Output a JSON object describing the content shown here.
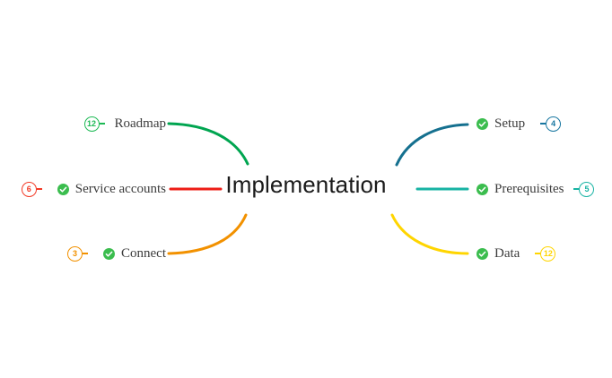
{
  "diagram": {
    "type": "mind-map",
    "center": {
      "label": "Implementation"
    },
    "branches": [
      {
        "id": "roadmap",
        "side": "left",
        "label": "Roadmap",
        "badge": "12",
        "color": "#1db954",
        "has_check": false,
        "check_color": "#3bbd4e",
        "connector": "curve-up"
      },
      {
        "id": "service-accounts",
        "side": "left",
        "label": "Service accounts",
        "badge": "6",
        "color": "#f23a26",
        "has_check": true,
        "check_color": "#3bbd4e",
        "connector": "straight"
      },
      {
        "id": "connect",
        "side": "left",
        "label": "Connect",
        "badge": "3",
        "color": "#f29100",
        "has_check": true,
        "check_color": "#3bbd4e",
        "connector": "curve-down"
      },
      {
        "id": "setup",
        "side": "right",
        "label": "Setup",
        "badge": "4",
        "color": "#1776a0",
        "has_check": true,
        "check_color": "#3bbd4e",
        "connector": "curve-up"
      },
      {
        "id": "prerequisites",
        "side": "right",
        "label": "Prerequisites",
        "badge": "5",
        "color": "#17b3a3",
        "has_check": true,
        "check_color": "#3bbd4e",
        "connector": "straight"
      },
      {
        "id": "data",
        "side": "right",
        "label": "Data",
        "badge": "12",
        "color": "#ffd500",
        "has_check": true,
        "check_color": "#3bbd4e",
        "connector": "curve-down"
      }
    ]
  },
  "icons": {
    "check": "check-circle-icon"
  },
  "colors": {
    "background": "#ffffff",
    "center_text": "#1a1a1a",
    "label_text": "#3c3c3c"
  }
}
